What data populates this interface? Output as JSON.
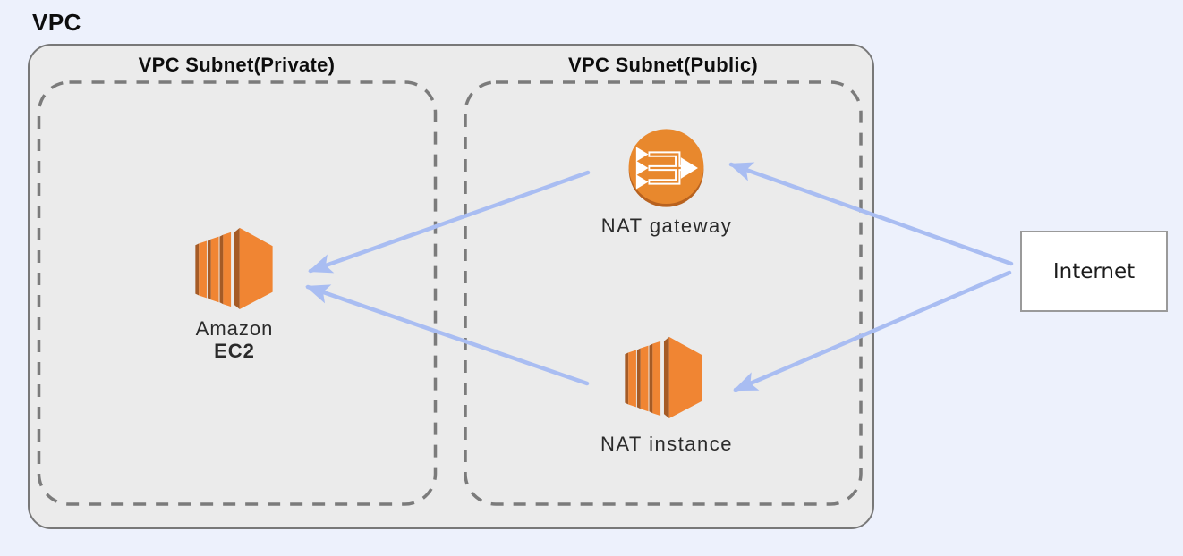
{
  "vpc": {
    "label": "VPC",
    "subnets": [
      {
        "id": "private",
        "label": "VPC Subnet(Private)"
      },
      {
        "id": "public",
        "label": "VPC Subnet(Public)"
      }
    ]
  },
  "nodes": {
    "ec2": {
      "label_line1": "Amazon",
      "label_line2": "EC2",
      "icon": "amazon-ec2-icon"
    },
    "nat_gateway": {
      "label": "NAT gateway",
      "icon": "nat-gateway-icon"
    },
    "nat_instance": {
      "label": "NAT instance",
      "icon": "nat-instance-icon"
    },
    "internet": {
      "label": "Internet"
    }
  },
  "connections": [
    {
      "from": "internet",
      "to": "nat_gateway"
    },
    {
      "from": "internet",
      "to": "nat_instance"
    },
    {
      "from": "nat_gateway",
      "to": "ec2"
    },
    {
      "from": "nat_instance",
      "to": "ec2"
    }
  ],
  "colors": {
    "background": "#EDF1FC",
    "vpc_fill": "#EBEBEB",
    "border_gray": "#787878",
    "dashed_gray": "#7B7B7B",
    "arrow_blue": "#A9BDF2",
    "aws_orange": "#E8882D",
    "aws_orange_light": "#F08533",
    "aws_orange_dark": "#A55B26",
    "aws_orange_rim": "#B8621F"
  }
}
